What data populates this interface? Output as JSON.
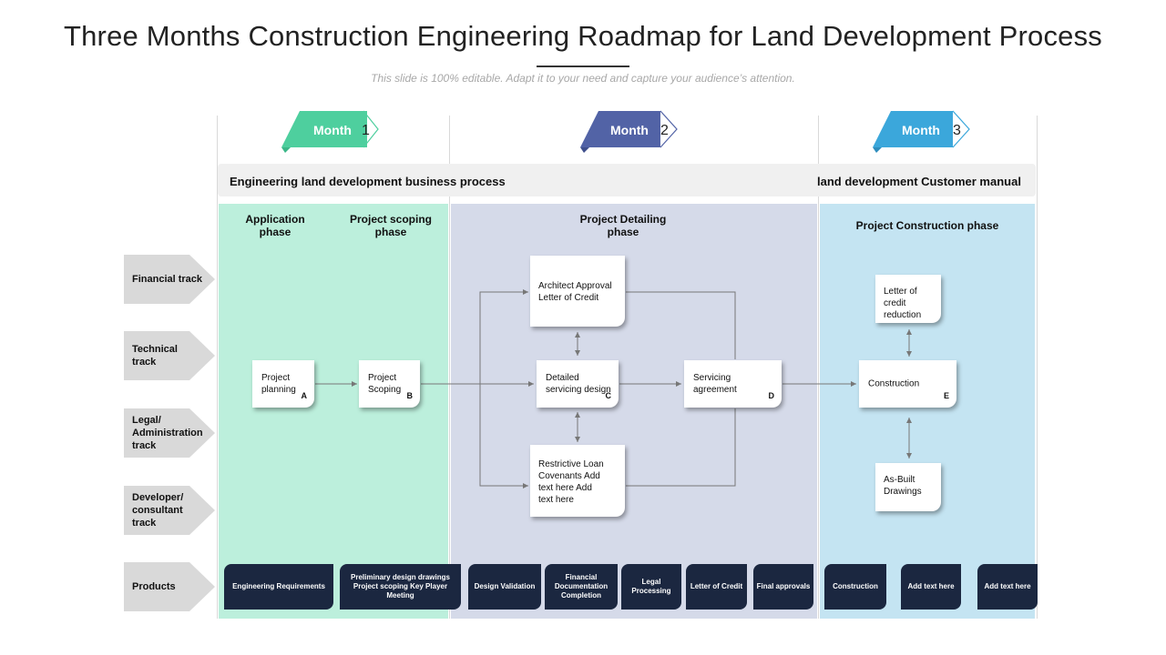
{
  "title": "Three Months Construction  Engineering Roadmap for Land Development Process",
  "subtitle": "This slide is 100% editable. Adapt it to your need and capture your audience’s attention.",
  "months": [
    {
      "label": "Month",
      "number": "1",
      "color": "#4ecf9e"
    },
    {
      "label": "Month",
      "number": "2",
      "color": "#5263a6"
    },
    {
      "label": "Month",
      "number": "3",
      "color": "#3ba7db"
    }
  ],
  "bar": {
    "left": "Engineering land development business  process",
    "right": "land development Customer manual"
  },
  "phases": {
    "application": "Application phase",
    "scoping": "Project scoping phase",
    "detailing": "Project Detailing phase",
    "construction": "Project Construction phase"
  },
  "tracks": [
    "Financial track",
    "Technical track",
    "Legal/ Administration track",
    "Developer/ consultant track",
    "Products"
  ],
  "boxes": {
    "project_planning": {
      "text": "Project planning",
      "letter": "A"
    },
    "project_scoping": {
      "text": "Project Scoping",
      "letter": "B"
    },
    "architect_approval": {
      "text": "Architect Approval Letter of Credit"
    },
    "detailed_servicing": {
      "text": "Detailed servicing design",
      "letter": "C"
    },
    "restrictive_loan": {
      "text": "Restrictive Loan Covenants Add text here Add text here"
    },
    "servicing_agreement": {
      "text": "Servicing agreement",
      "letter": "D"
    },
    "letter_credit_reduction": {
      "text": "Letter of credit reduction"
    },
    "construction": {
      "text": "Construction",
      "letter": "E"
    },
    "as_built": {
      "text": "As-Built Drawings"
    }
  },
  "products": [
    "Engineering Requirements",
    "Preliminary design drawings Project scoping Key Player Meeting",
    "Design Validation",
    "Financial Documentation Completion",
    "Legal Processing",
    "Letter of Credit",
    "Final approvals",
    "Construction",
    "Add text here",
    "Add text here"
  ],
  "colors": {
    "green_col": "#bcefdc",
    "purple_col": "#d5dae9",
    "blue_col": "#c4e4f2",
    "product": "#1b2740",
    "track": "#d9d9d9"
  }
}
